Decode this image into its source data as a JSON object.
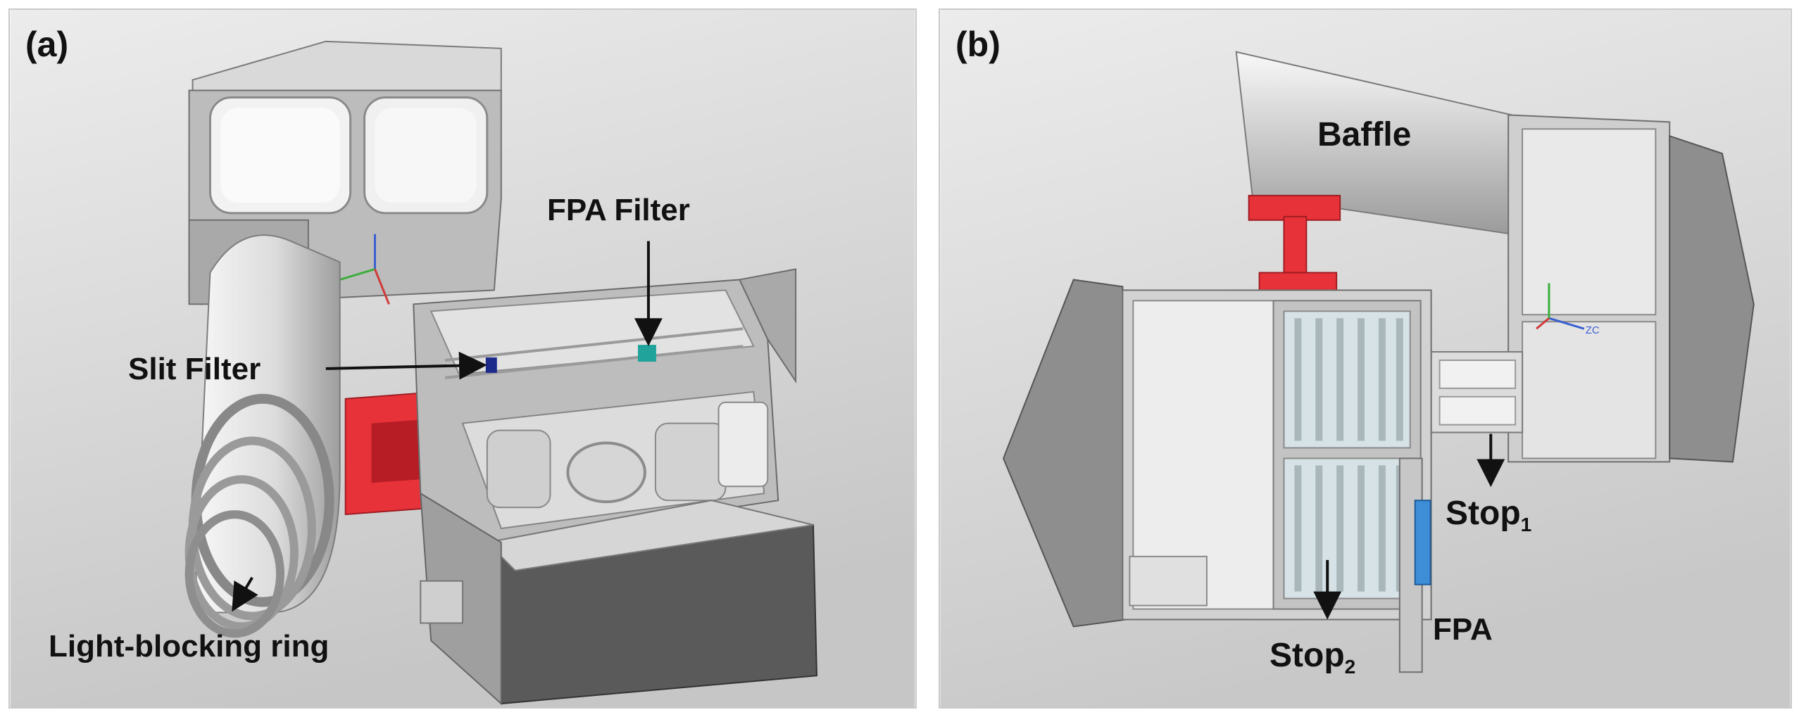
{
  "colors": {
    "panel_background_top": "#ebebeb",
    "panel_background_bottom": "#c8c8c8",
    "metal_light": "#e6e6e6",
    "metal_mid": "#bdbdbd",
    "metal_dark": "#5a5a5a",
    "bracket_red": "#e8323a",
    "arrow": "#111111"
  },
  "panel_a": {
    "tag": "(a)",
    "labels": {
      "fpa_filter": "FPA Filter",
      "slit_filter": "Slit Filter",
      "light_blocking_ring": "Light-blocking ring"
    },
    "axis_triad": "axis-triad-icon"
  },
  "panel_b": {
    "tag": "(b)",
    "labels": {
      "baffle": "Baffle",
      "stop1_base": "Stop",
      "stop1_sub": "1",
      "stop2_base": "Stop",
      "stop2_sub": "2",
      "fpa": "FPA",
      "zc_axis": "ZC"
    }
  }
}
